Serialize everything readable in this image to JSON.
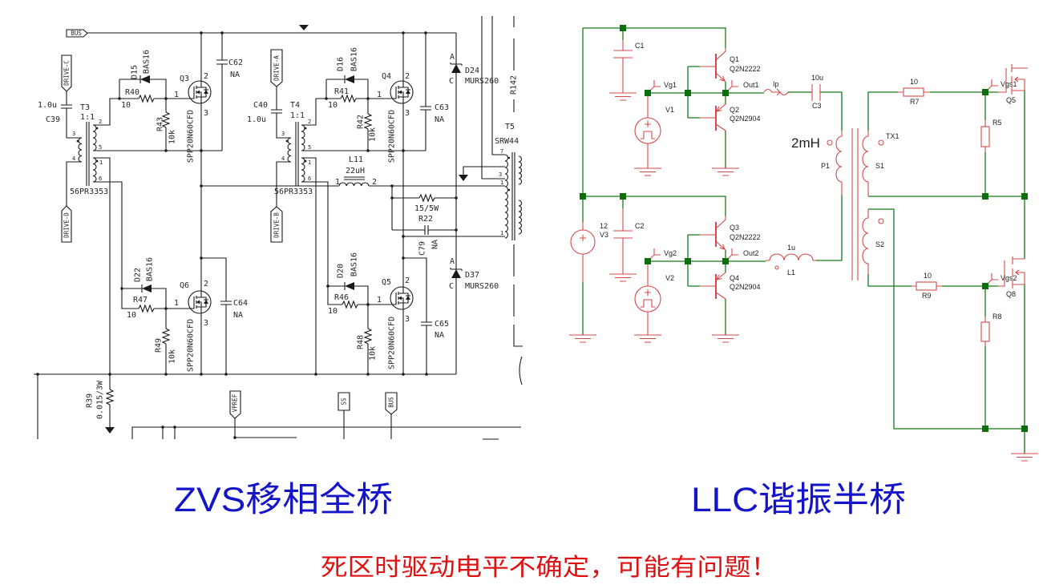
{
  "zvs": {
    "caption": "ZVS移相全桥",
    "nets": {
      "bus_top": "BUS",
      "drive_a": "DRIVE-A",
      "drive_b": "DRIVE-B",
      "drive_c": "DRIVE-C",
      "drive_d": "DRIVE-D",
      "vpref": "VPREF",
      "ss": "SS",
      "bus_bottom": "BUS"
    },
    "q3": {
      "ref": "Q3",
      "part": "SPP20N60CFD",
      "gate_pin": "1",
      "drain_pin": "2",
      "source_pin": "3"
    },
    "q4": {
      "ref": "Q4",
      "part": "SPP20N60CFD",
      "gate_pin": "1",
      "drain_pin": "2",
      "source_pin": "3"
    },
    "q5": {
      "ref": "Q5",
      "part": "SPP20N60CFD",
      "gate_pin": "1",
      "drain_pin": "2",
      "source_pin": "3"
    },
    "q6": {
      "ref": "Q6",
      "part": "SPP20N60CFD",
      "gate_pin": "1",
      "drain_pin": "2",
      "source_pin": "3"
    },
    "d15": {
      "ref": "D15",
      "part": "BAS16"
    },
    "d16": {
      "ref": "D16",
      "part": "BAS16"
    },
    "d20": {
      "ref": "D20",
      "part": "BAS16"
    },
    "d22": {
      "ref": "D22",
      "part": "BAS16"
    },
    "d24": {
      "ref": "D24",
      "part": "MURS260",
      "anode": "A",
      "cathode": "C"
    },
    "d37": {
      "ref": "D37",
      "part": "MURS260",
      "anode": "A",
      "cathode": "C"
    },
    "r40": {
      "ref": "R40",
      "value": "10"
    },
    "r41": {
      "ref": "R41",
      "value": "10"
    },
    "r46": {
      "ref": "R46",
      "value": "10"
    },
    "r47": {
      "ref": "R47",
      "value": "10"
    },
    "r42": {
      "ref": "R42",
      "value": "10k"
    },
    "r43": {
      "ref": "R43",
      "value": "10k"
    },
    "r48": {
      "ref": "R48",
      "value": "10k"
    },
    "r49": {
      "ref": "R49",
      "value": "10k"
    },
    "r22": {
      "ref": "R22",
      "value": "15/5W"
    },
    "r39": {
      "ref": "R39",
      "value": "0.015/3W"
    },
    "r142": {
      "ref": "R142"
    },
    "c39": {
      "ref": "C39",
      "value": "1.0u"
    },
    "c40": {
      "ref": "C40",
      "value": "1.0u"
    },
    "c62": {
      "ref": "C62",
      "value": "NA"
    },
    "c63": {
      "ref": "C63",
      "value": "NA"
    },
    "c64": {
      "ref": "C64",
      "value": "NA"
    },
    "c65": {
      "ref": "C65",
      "value": "NA"
    },
    "c79": {
      "ref": "C79",
      "value": "NA"
    },
    "t3": {
      "ref": "T3",
      "ratio": "1:1",
      "part": "56PR3353",
      "pin1": "1",
      "pin2": "2",
      "pin3": "3",
      "pin4": "4",
      "pin5": "5",
      "pin6": "6"
    },
    "t4": {
      "ref": "T4",
      "ratio": "1:1",
      "part": "56PR3353",
      "pin1": "1",
      "pin2": "2",
      "pin3": "3",
      "pin4": "4",
      "pin5": "5",
      "pin6": "6"
    },
    "t5": {
      "ref": "T5",
      "part": "SRW44",
      "pin7": "7",
      "pin3": "3",
      "pin1": "1",
      "pin1b": "1"
    },
    "l11": {
      "ref": "L11",
      "value": "22uH",
      "pin1": "1",
      "pin2": "2"
    }
  },
  "llc": {
    "caption": "LLC谐振半桥",
    "c1": {
      "ref": "C1"
    },
    "c2": {
      "ref": "C2"
    },
    "c3": {
      "ref": "C3",
      "value": "10u"
    },
    "v1": {
      "ref": "V1"
    },
    "v2": {
      "ref": "V2"
    },
    "v3": {
      "ref": "V3",
      "value": "12"
    },
    "q1": {
      "ref": "Q1",
      "part": "Q2N2222"
    },
    "q2": {
      "ref": "Q2",
      "part": "Q2N2904"
    },
    "q3": {
      "ref": "Q3",
      "part": "Q2N2222"
    },
    "q4": {
      "ref": "Q4",
      "part": "Q2N2904"
    },
    "q5": {
      "ref": "Q5"
    },
    "q8": {
      "ref": "Q8"
    },
    "l1": {
      "ref": "L1",
      "value": "1u"
    },
    "tx1": {
      "ref": "TX1",
      "primary": "P1",
      "secondary_1": "S1",
      "secondary_2": "S2",
      "primary_inductance": "2mH"
    },
    "r5": {
      "ref": "R5"
    },
    "r7": {
      "ref": "R7",
      "value": "10"
    },
    "r8": {
      "ref": "R8"
    },
    "r9": {
      "ref": "R9",
      "value": "10"
    },
    "probes": {
      "vg1": "Vg1",
      "vg2": "Vg2",
      "out1": "Out1",
      "out2": "Out2",
      "ip": "Ip",
      "vgs1": "Vgs1",
      "vgs2": "Vgs2"
    }
  },
  "note": "死区时驱动电平不确定，可能有问题！",
  "colors": {
    "caption_blue": "#1414c8",
    "note_red": "#dd1111",
    "llc_wire_green": "#167a16",
    "llc_junction_green": "#0c6e0c",
    "llc_component_red": "#d44a4a",
    "zvs_ink": "#1a1a1a"
  }
}
